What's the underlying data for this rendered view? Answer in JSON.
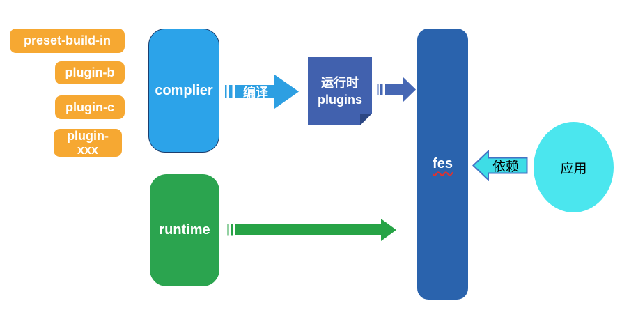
{
  "diagram": {
    "title_semantics": "fes build architecture diagram",
    "background": "#ffffff",
    "badges": [
      {
        "label": "preset-build-in",
        "fill": "#F6A832"
      },
      {
        "label": "plugin-b",
        "fill": "#F6A832"
      },
      {
        "label": "plugin-c",
        "fill": "#F6A832"
      },
      {
        "label": "plugin-xxx",
        "fill": "#F6A832"
      }
    ],
    "nodes": {
      "complier": {
        "label": "complier",
        "fill": "#2CA3E9",
        "border": "#1C3E6E",
        "text_color": "#ffffff"
      },
      "runtime_plugins": {
        "line1": "运行时",
        "line2": "plugins",
        "fill": "#4161AE",
        "fold": "#2C4783",
        "text_color": "#ffffff"
      },
      "fes": {
        "label": "fes",
        "fill": "#2A63AD",
        "text_color": "#ffffff",
        "spellcheck_underline": "#E0312E"
      },
      "runtime": {
        "label": "runtime",
        "fill": "#2BA44F",
        "text_color": "#ffffff"
      },
      "app": {
        "label": "应用",
        "fill": "#4BE6EE",
        "text_color": "#000000"
      }
    },
    "arrows": {
      "compile": {
        "label": "编译",
        "fill": "#2D9FE2",
        "text_color": "#ffffff",
        "direction": "right"
      },
      "plugins_to_fes": {
        "fill": "#4667B4",
        "direction": "right"
      },
      "runtime_to_fes": {
        "fill": "#27A346",
        "direction": "right"
      },
      "depend": {
        "label": "依赖",
        "fill": "#3EDDE6",
        "stroke": "#4472C4",
        "text_color": "#000000",
        "direction": "left"
      }
    }
  }
}
